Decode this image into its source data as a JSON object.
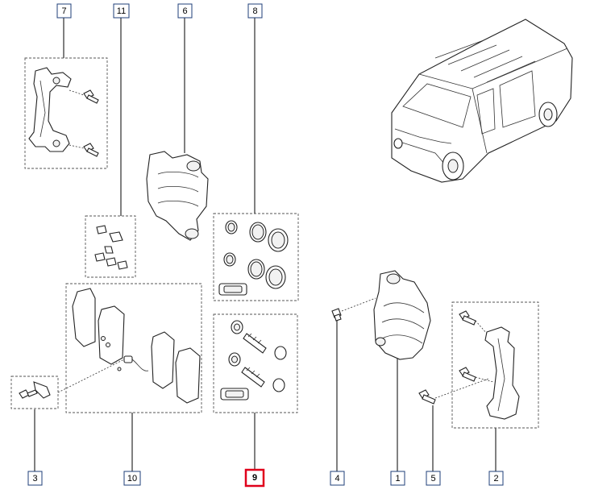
{
  "callouts": [
    {
      "id": "7",
      "highlighted": false
    },
    {
      "id": "11",
      "highlighted": false
    },
    {
      "id": "6",
      "highlighted": false
    },
    {
      "id": "8",
      "highlighted": false
    },
    {
      "id": "3",
      "highlighted": false
    },
    {
      "id": "10",
      "highlighted": false
    },
    {
      "id": "9",
      "highlighted": true
    },
    {
      "id": "4",
      "highlighted": false
    },
    {
      "id": "1",
      "highlighted": false
    },
    {
      "id": "5",
      "highlighted": false
    },
    {
      "id": "2",
      "highlighted": false
    }
  ],
  "colors": {
    "callout_border": "#1f3f7a",
    "highlight_border": "#e0001b",
    "line": "#000000"
  }
}
